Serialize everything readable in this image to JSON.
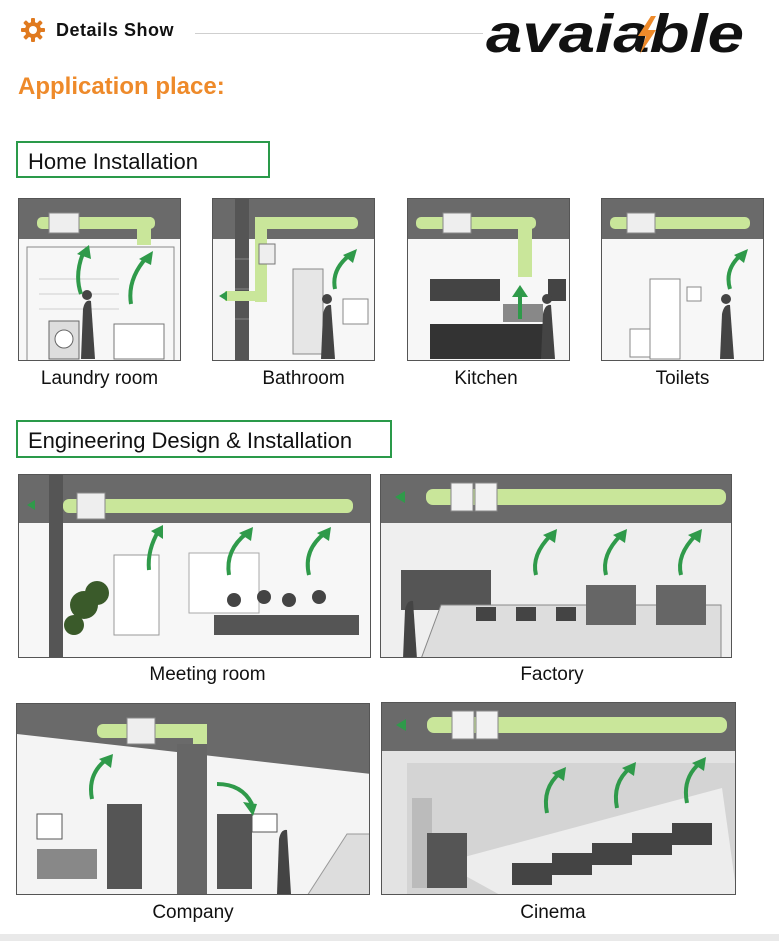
{
  "header": {
    "title": "Details Show",
    "logo_text": "avaiable"
  },
  "heading": "Application place:",
  "home": {
    "title": "Home Installation",
    "items": [
      {
        "caption": "Laundry room"
      },
      {
        "caption": "Bathroom"
      },
      {
        "caption": "Kitchen"
      },
      {
        "caption": "Toilets"
      }
    ]
  },
  "engineering": {
    "title": "Engineering Design & Installation",
    "items": [
      {
        "caption": "Meeting room"
      },
      {
        "caption": "Factory"
      },
      {
        "caption": "Company"
      },
      {
        "caption": "Cinema"
      }
    ]
  },
  "colors": {
    "accent_orange": "#ee8a2a",
    "section_border": "#2a9a4a",
    "duct_green": "#c9e69a",
    "arrow_green": "#2f9a4a"
  }
}
